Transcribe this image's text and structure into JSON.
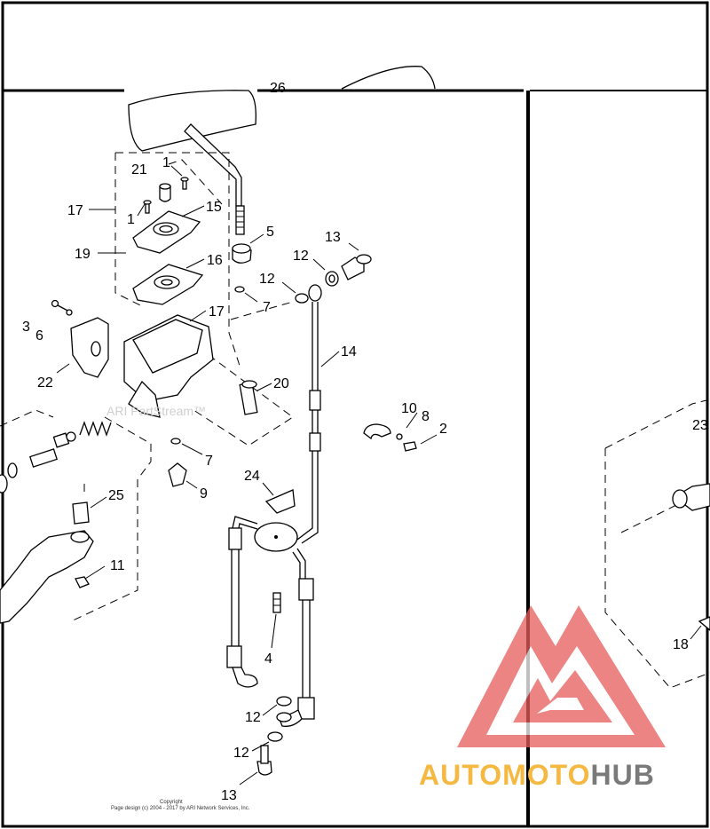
{
  "callouts": [
    {
      "id": "26",
      "text": "26"
    },
    {
      "id": "21",
      "text": "21"
    },
    {
      "id": "1a",
      "text": "1"
    },
    {
      "id": "17a",
      "text": "17"
    },
    {
      "id": "1b",
      "text": "1"
    },
    {
      "id": "15",
      "text": "15"
    },
    {
      "id": "5",
      "text": "5"
    },
    {
      "id": "13a",
      "text": "13"
    },
    {
      "id": "19",
      "text": "19"
    },
    {
      "id": "16",
      "text": "16"
    },
    {
      "id": "12a",
      "text": "12"
    },
    {
      "id": "12b",
      "text": "12"
    },
    {
      "id": "7a",
      "text": "7"
    },
    {
      "id": "3",
      "text": "3"
    },
    {
      "id": "6",
      "text": "6"
    },
    {
      "id": "17b",
      "text": "17"
    },
    {
      "id": "14",
      "text": "14"
    },
    {
      "id": "22",
      "text": "22"
    },
    {
      "id": "20",
      "text": "20"
    },
    {
      "id": "10",
      "text": "10"
    },
    {
      "id": "8",
      "text": "8"
    },
    {
      "id": "2",
      "text": "2"
    },
    {
      "id": "7b",
      "text": "7"
    },
    {
      "id": "9",
      "text": "9"
    },
    {
      "id": "23",
      "text": "23"
    },
    {
      "id": "24",
      "text": "24"
    },
    {
      "id": "25",
      "text": "25"
    },
    {
      "id": "11",
      "text": "11"
    },
    {
      "id": "18",
      "text": "18"
    },
    {
      "id": "4",
      "text": "4"
    },
    {
      "id": "12c",
      "text": "12"
    },
    {
      "id": "12d",
      "text": "12"
    },
    {
      "id": "13b",
      "text": "13"
    }
  ],
  "watermark": {
    "text": "ARI PartStream™"
  },
  "copyright": {
    "line1": "Copyright",
    "line2": "Page design (c) 2004 - 2017 by ARI Network Services, Inc."
  },
  "brand": {
    "part1": "AUTOMOTO",
    "part2": "HUB",
    "color1": "#f5b942",
    "color2": "#7a7a7a",
    "logo_color": "#e85c5c"
  }
}
